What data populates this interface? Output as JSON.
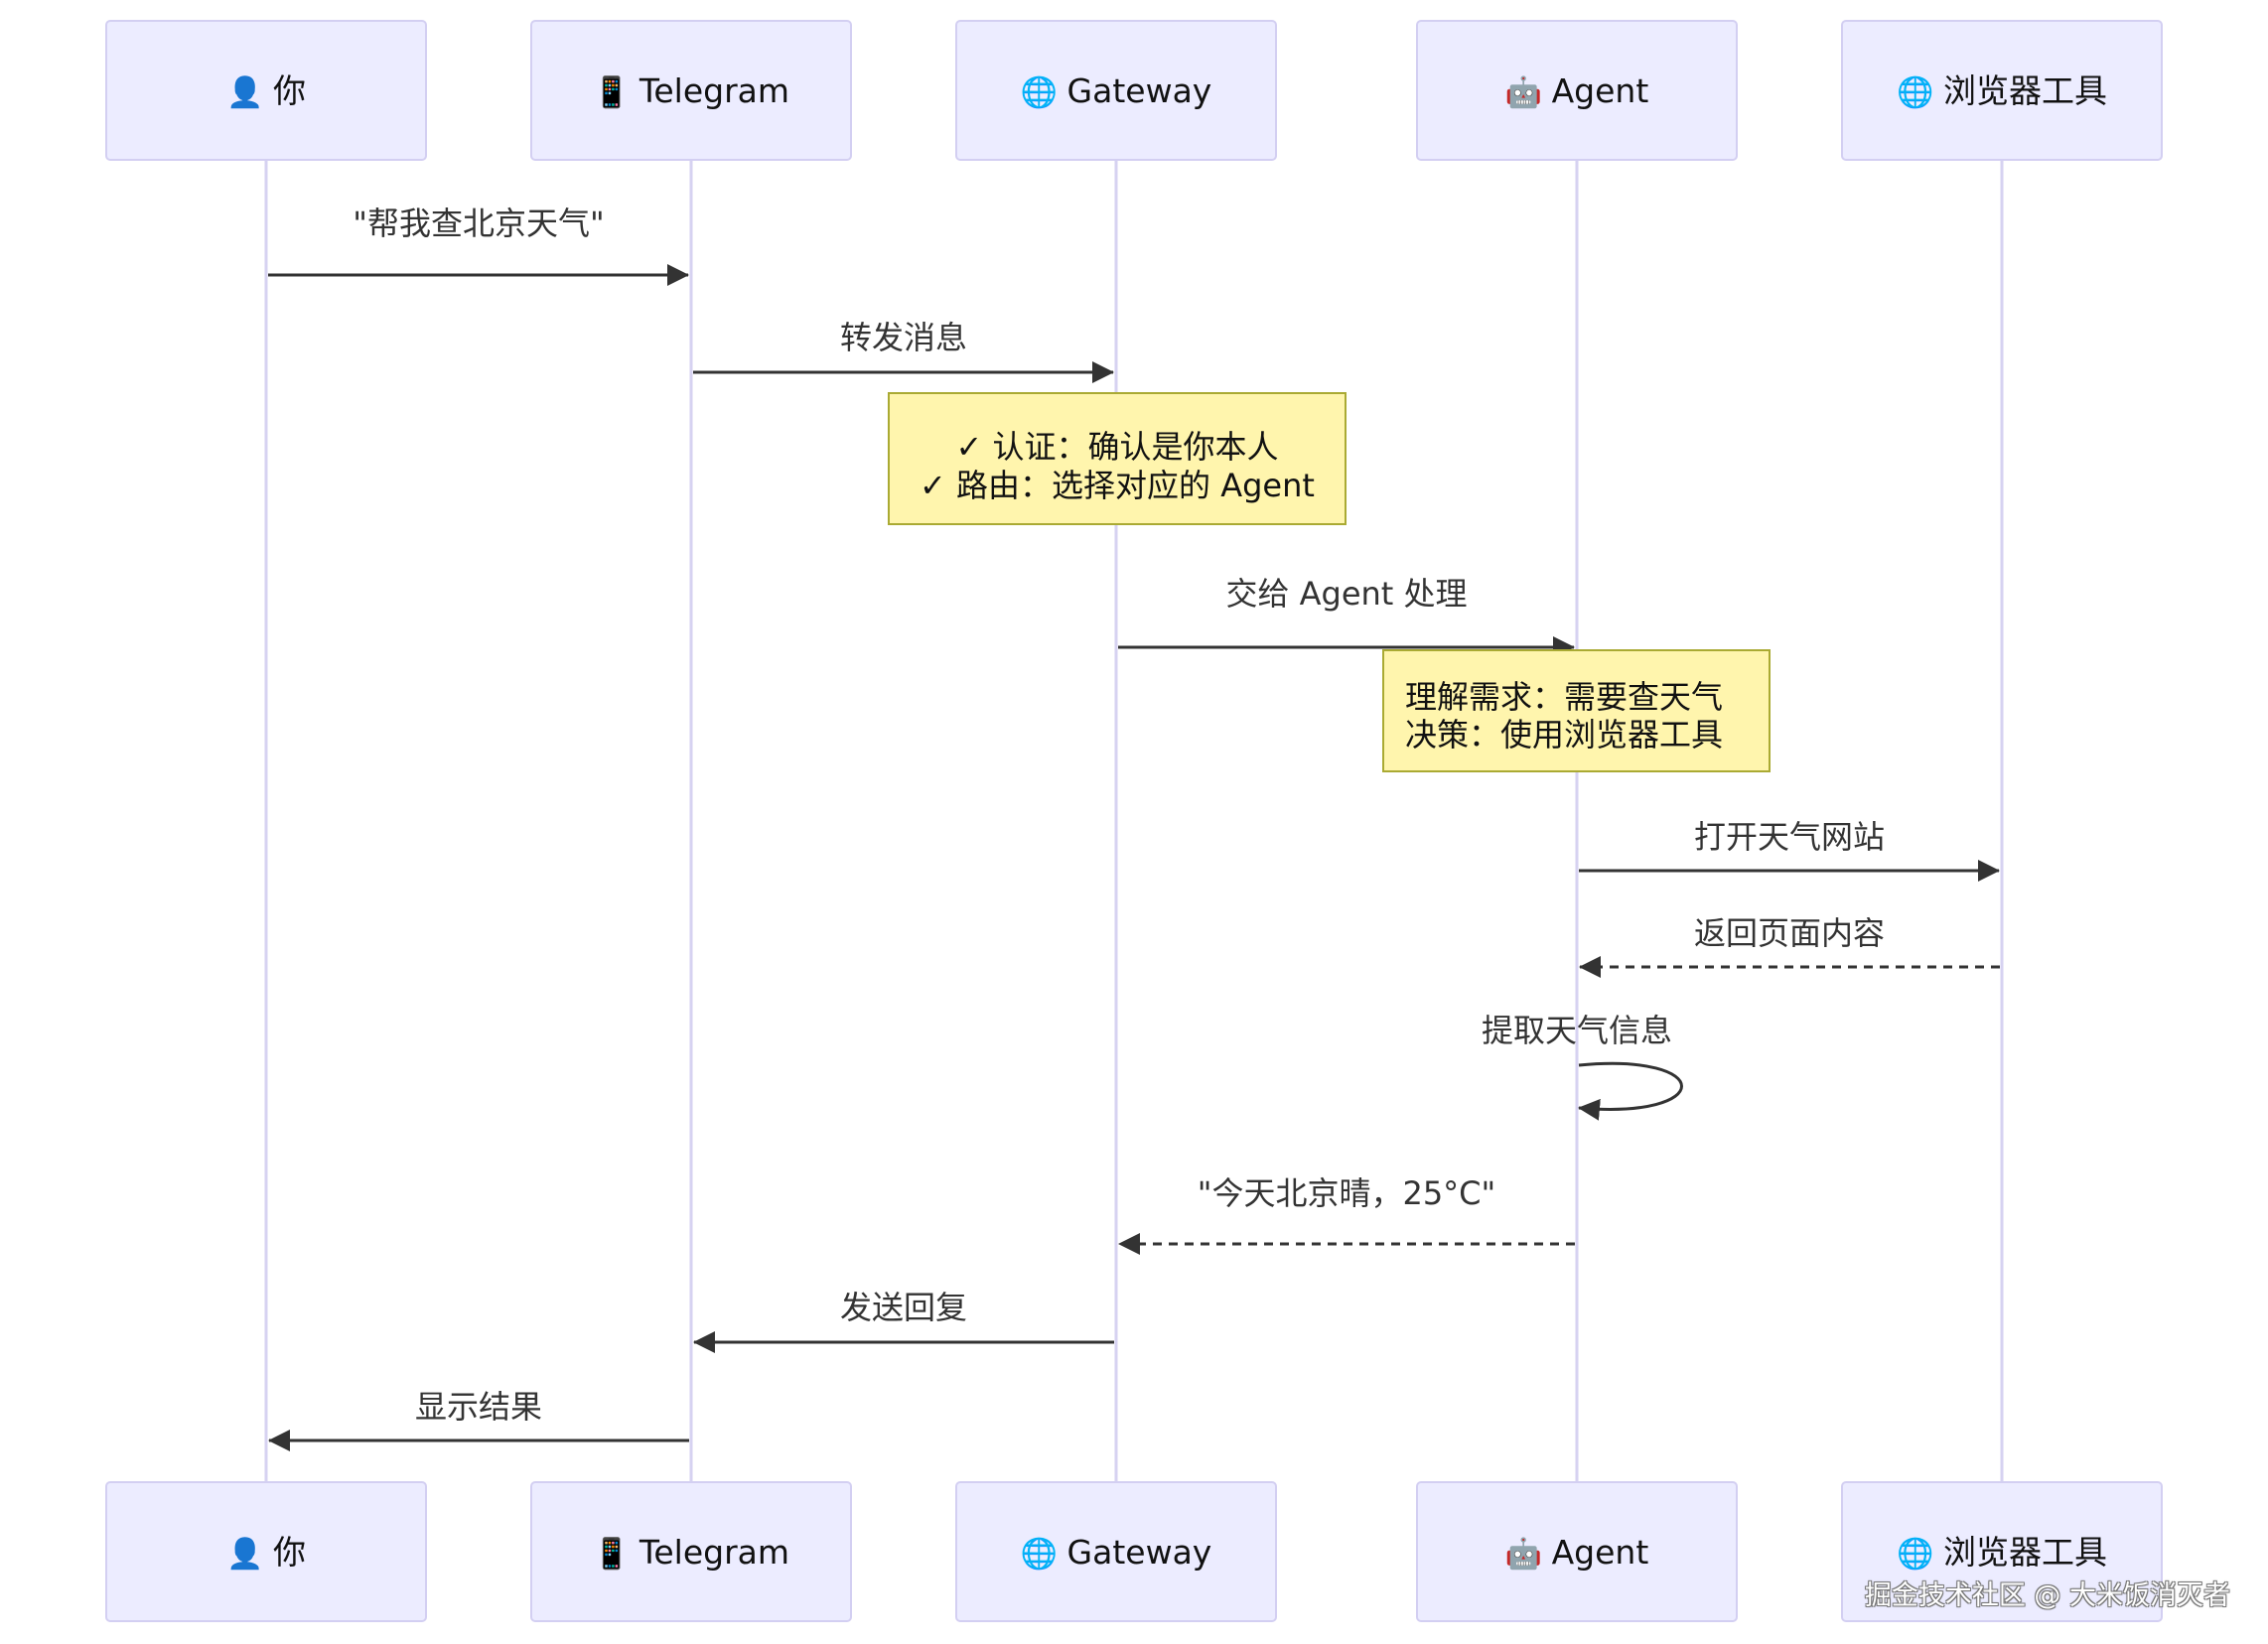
{
  "diagram_type": "sequence",
  "actors": [
    {
      "id": "you",
      "icon": "person-silhouette-icon",
      "glyph": "👤",
      "label": "你"
    },
    {
      "id": "telegram",
      "icon": "mobile-phone-icon",
      "glyph": "📱",
      "label": "Telegram"
    },
    {
      "id": "gateway",
      "icon": "globe-icon",
      "glyph": "🌐",
      "label": "Gateway"
    },
    {
      "id": "agent",
      "icon": "robot-icon",
      "glyph": "🤖",
      "label": "Agent"
    },
    {
      "id": "browser",
      "icon": "globe-icon",
      "glyph": "🌐",
      "label": "浏览器工具"
    }
  ],
  "steps": [
    {
      "kind": "message",
      "from": "you",
      "to": "telegram",
      "style": "solid",
      "label": "\"帮我查北京天气\""
    },
    {
      "kind": "message",
      "from": "telegram",
      "to": "gateway",
      "style": "solid",
      "label": "转发消息"
    },
    {
      "kind": "note",
      "over": "gateway",
      "lines": [
        "✓ 认证：确认是你本人",
        "✓ 路由：选择对应的 Agent"
      ]
    },
    {
      "kind": "message",
      "from": "gateway",
      "to": "agent",
      "style": "solid",
      "label": "交给 Agent 处理"
    },
    {
      "kind": "note",
      "over": "agent",
      "lines": [
        "理解需求：需要查天气",
        "决策：使用浏览器工具"
      ]
    },
    {
      "kind": "message",
      "from": "agent",
      "to": "browser",
      "style": "solid",
      "label": "打开天气网站"
    },
    {
      "kind": "message",
      "from": "browser",
      "to": "agent",
      "style": "dashed",
      "label": "返回页面内容"
    },
    {
      "kind": "self",
      "actor": "agent",
      "style": "solid",
      "label": "提取天气信息"
    },
    {
      "kind": "message",
      "from": "agent",
      "to": "gateway",
      "style": "dashed",
      "label": "\"今天北京晴，25°C\""
    },
    {
      "kind": "message",
      "from": "gateway",
      "to": "telegram",
      "style": "solid",
      "label": "发送回复"
    },
    {
      "kind": "message",
      "from": "telegram",
      "to": "you",
      "style": "solid",
      "label": "显示结果"
    }
  ],
  "colors": {
    "actor_fill": "#ececff",
    "actor_border": "#d3cff2",
    "lifeline": "#d6d2f1",
    "arrow": "#333333",
    "note_fill": "#fff5ad",
    "note_border": "#aaaa33"
  },
  "watermark": "掘金技术社区 @ 大米饭消灭者"
}
